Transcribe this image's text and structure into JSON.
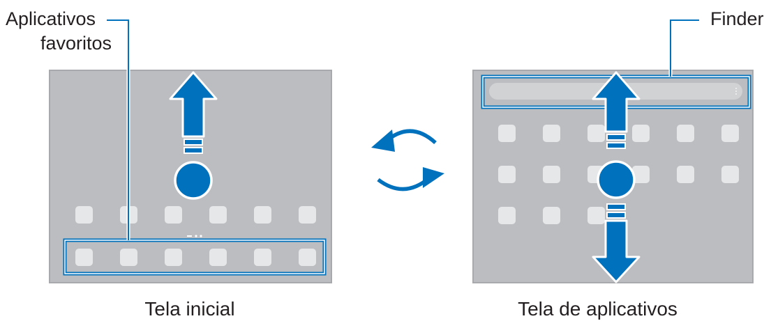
{
  "labels": {
    "favorites_line1": "Aplicativos",
    "favorites_line2": "favoritos",
    "finder": "Finder"
  },
  "captions": {
    "home_screen": "Tela inicial",
    "apps_screen": "Tela de aplicativos"
  },
  "icons": {
    "swipe_up": "arrow-up-icon",
    "swipe_down": "arrow-down-icon",
    "switch": "circular-arrows-icon",
    "touch": "touch-point-icon"
  },
  "colors": {
    "screen": "#bcbdc0",
    "screen_border": "#a8a9ad",
    "app_icon": "#e6e7e8",
    "accent": "#0071bc",
    "text": "#231f20"
  }
}
